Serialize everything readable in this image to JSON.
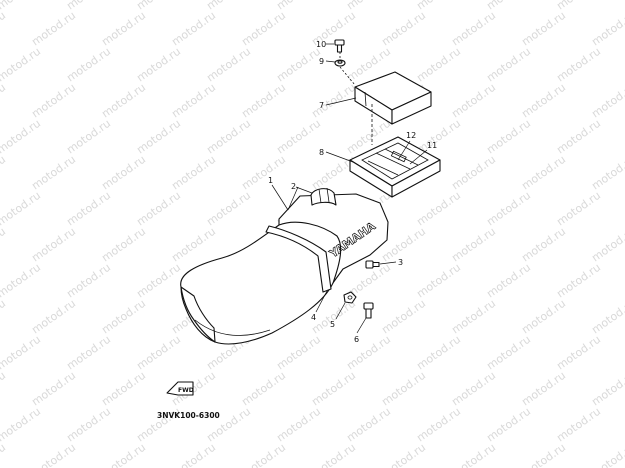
{
  "watermark_text": "motod.ru",
  "diagram_code": "3NVK100-6300",
  "seat_brand": "YAMAHA",
  "front_arrow_text": "FWD",
  "callouts": {
    "c1": "1",
    "c2": "2",
    "c3": "3",
    "c4": "4",
    "c5": "5",
    "c6": "6",
    "c7": "7",
    "c8": "8",
    "c9": "9",
    "c10": "10",
    "c11": "11",
    "c12": "12"
  }
}
